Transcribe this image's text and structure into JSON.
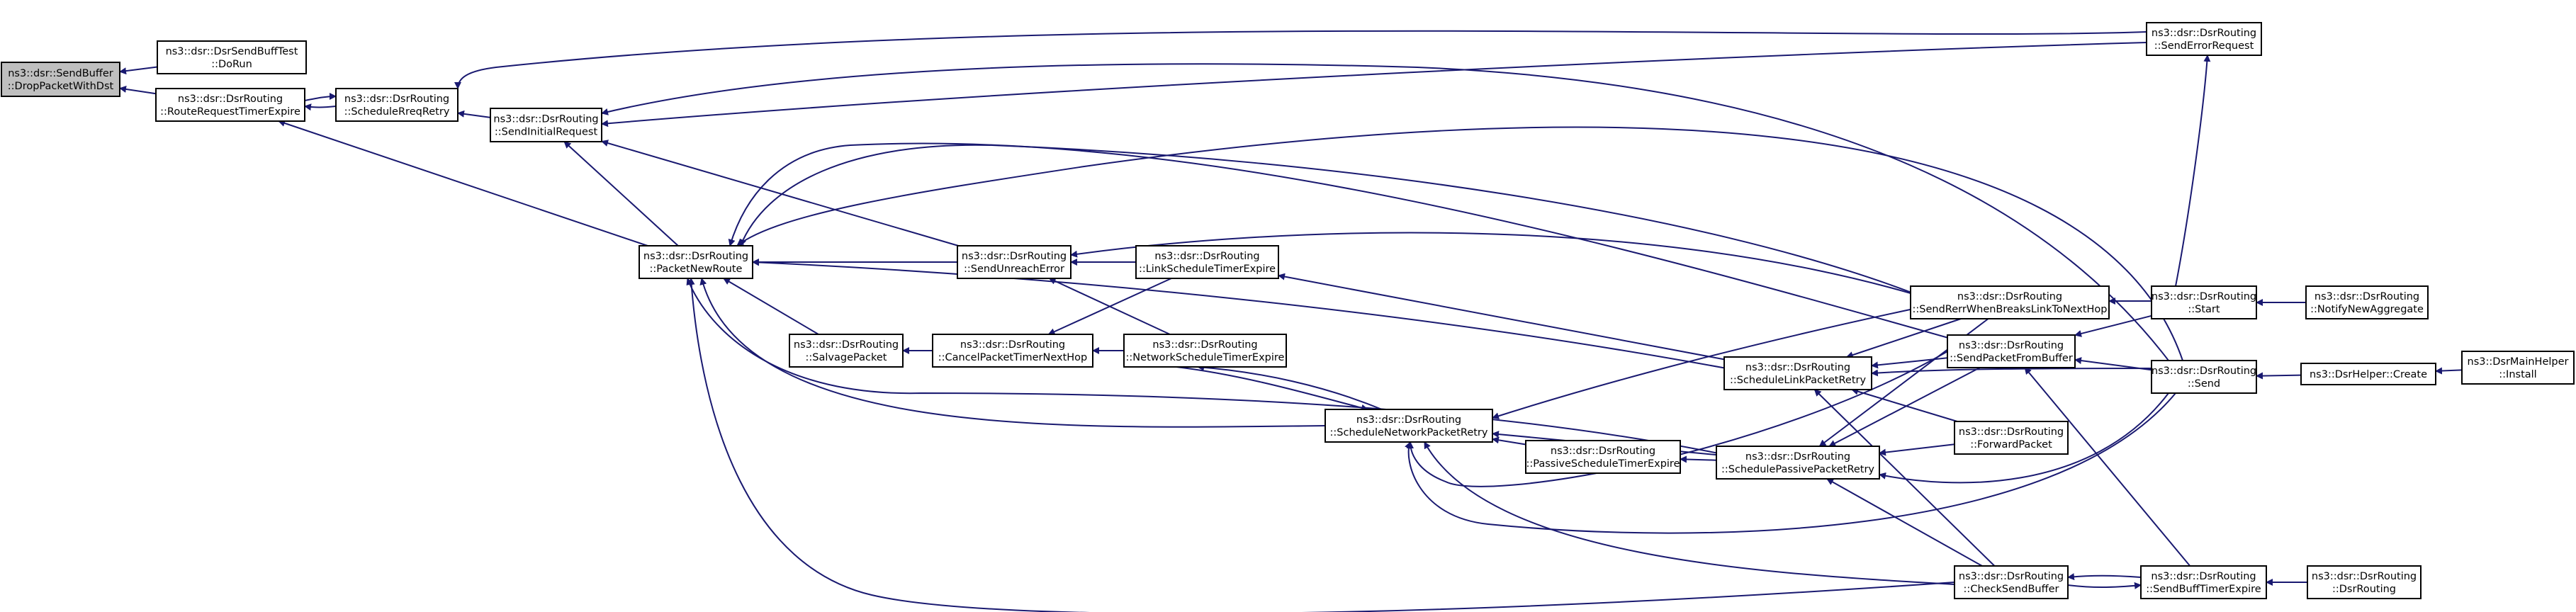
{
  "diagram": {
    "title": "",
    "colors": {
      "edge": "#191970",
      "node_border": "#000000",
      "node_fill": "#ffffff",
      "focus_fill": "#bfbfbf"
    },
    "nodes": [
      {
        "id": "drop",
        "lines": [
          "ns3::dsr::SendBuffer",
          "::DropPacketWithDst"
        ],
        "focus": true
      },
      {
        "id": "test",
        "lines": [
          "ns3::dsr::DsrSendBuffTest",
          "::DoRun"
        ]
      },
      {
        "id": "rrte",
        "lines": [
          "ns3::dsr::DsrRouting",
          "::RouteRequestTimerExpire"
        ]
      },
      {
        "id": "srr",
        "lines": [
          "ns3::dsr::DsrRouting",
          "::ScheduleRreqRetry"
        ]
      },
      {
        "id": "sir",
        "lines": [
          "ns3::dsr::DsrRouting",
          "::SendInitialRequest"
        ]
      },
      {
        "id": "pnr",
        "lines": [
          "ns3::dsr::DsrRouting",
          "::PacketNewRoute"
        ]
      },
      {
        "id": "sue",
        "lines": [
          "ns3::dsr::DsrRouting",
          "::SendUnreachError"
        ]
      },
      {
        "id": "salv",
        "lines": [
          "ns3::dsr::DsrRouting",
          "::SalvagePacket"
        ]
      },
      {
        "id": "cptnh",
        "lines": [
          "ns3::dsr::DsrRouting",
          "::CancelPacketTimerNextHop"
        ]
      },
      {
        "id": "lste",
        "lines": [
          "ns3::dsr::DsrRouting",
          "::LinkScheduleTimerExpire"
        ]
      },
      {
        "id": "nste",
        "lines": [
          "ns3::dsr::DsrRouting",
          "::NetworkScheduleTimerExpire"
        ]
      },
      {
        "id": "snpr",
        "lines": [
          "ns3::dsr::DsrRouting",
          "::ScheduleNetworkPacketRetry"
        ]
      },
      {
        "id": "pste",
        "lines": [
          "ns3::dsr::DsrRouting",
          "::PassiveScheduleTimerExpire"
        ]
      },
      {
        "id": "slpr",
        "lines": [
          "ns3::dsr::DsrRouting",
          "::ScheduleLinkPacketRetry"
        ]
      },
      {
        "id": "sppr",
        "lines": [
          "ns3::dsr::DsrRouting",
          "::SchedulePassivePacketRetry"
        ]
      },
      {
        "id": "srwb",
        "lines": [
          "ns3::dsr::DsrRouting",
          "::SendRerrWhenBreaksLinkToNextHop"
        ]
      },
      {
        "id": "spfb",
        "lines": [
          "ns3::dsr::DsrRouting",
          "::SendPacketFromBuffer"
        ]
      },
      {
        "id": "fwd",
        "lines": [
          "ns3::dsr::DsrRouting",
          "::ForwardPacket"
        ]
      },
      {
        "id": "csb",
        "lines": [
          "ns3::dsr::DsrRouting",
          "::CheckSendBuffer"
        ]
      },
      {
        "id": "ser",
        "lines": [
          "ns3::dsr::DsrRouting",
          "::SendErrorRequest"
        ]
      },
      {
        "id": "start",
        "lines": [
          "ns3::dsr::DsrRouting",
          "::Start"
        ]
      },
      {
        "id": "send",
        "lines": [
          "ns3::dsr::DsrRouting",
          "::Send"
        ]
      },
      {
        "id": "sbte",
        "lines": [
          "ns3::dsr::DsrRouting",
          "::SendBuffTimerExpire"
        ]
      },
      {
        "id": "nna",
        "lines": [
          "ns3::dsr::DsrRouting",
          "::NotifyNewAggregate"
        ]
      },
      {
        "id": "create",
        "lines": [
          "ns3::DsrHelper::Create"
        ]
      },
      {
        "id": "ctor",
        "lines": [
          "ns3::dsr::DsrRouting",
          "::DsrRouting"
        ]
      },
      {
        "id": "install",
        "lines": [
          "ns3::DsrMainHelper",
          "::Install"
        ]
      }
    ],
    "edges": [
      [
        "test",
        "drop"
      ],
      [
        "rrte",
        "drop"
      ],
      [
        "srr",
        "rrte"
      ],
      [
        "rrte",
        "srr"
      ],
      [
        "sir",
        "srr"
      ],
      [
        "pnr",
        "rrte"
      ],
      [
        "pnr",
        "sir"
      ],
      [
        "sue",
        "sir"
      ],
      [
        "sue",
        "pnr"
      ],
      [
        "salv",
        "pnr"
      ],
      [
        "snpr",
        "pnr"
      ],
      [
        "slpr",
        "pnr"
      ],
      [
        "sppr",
        "pnr"
      ],
      [
        "csb",
        "pnr"
      ],
      [
        "spfb",
        "pnr"
      ],
      [
        "srwb",
        "pnr"
      ],
      [
        "send",
        "pnr"
      ],
      [
        "cptnh",
        "salv"
      ],
      [
        "lste",
        "sue"
      ],
      [
        "nste",
        "sue"
      ],
      [
        "srwb",
        "sue"
      ],
      [
        "lste",
        "cptnh"
      ],
      [
        "nste",
        "cptnh"
      ],
      [
        "slpr",
        "lste"
      ],
      [
        "snpr",
        "nste"
      ],
      [
        "nste",
        "snpr"
      ],
      [
        "pste",
        "snpr"
      ],
      [
        "sppr",
        "snpr"
      ],
      [
        "csb",
        "snpr"
      ],
      [
        "spfb",
        "snpr"
      ],
      [
        "srwb",
        "snpr"
      ],
      [
        "send",
        "snpr"
      ],
      [
        "sppr",
        "pste"
      ],
      [
        "srwb",
        "slpr"
      ],
      [
        "spfb",
        "slpr"
      ],
      [
        "fwd",
        "slpr"
      ],
      [
        "csb",
        "slpr"
      ],
      [
        "send",
        "slpr"
      ],
      [
        "spfb",
        "sppr"
      ],
      [
        "fwd",
        "sppr"
      ],
      [
        "csb",
        "sppr"
      ],
      [
        "srwb",
        "sppr"
      ],
      [
        "send",
        "sppr"
      ],
      [
        "start",
        "srwb"
      ],
      [
        "start",
        "spfb"
      ],
      [
        "send",
        "spfb"
      ],
      [
        "sbte",
        "spfb"
      ],
      [
        "sbte",
        "csb"
      ],
      [
        "csb",
        "sbte"
      ],
      [
        "ctor",
        "sbte"
      ],
      [
        "send",
        "sir"
      ],
      [
        "ser",
        "srr"
      ],
      [
        "ser",
        "sir"
      ],
      [
        "start",
        "ser"
      ],
      [
        "nna",
        "start"
      ],
      [
        "create",
        "send"
      ],
      [
        "install",
        "create"
      ]
    ]
  }
}
